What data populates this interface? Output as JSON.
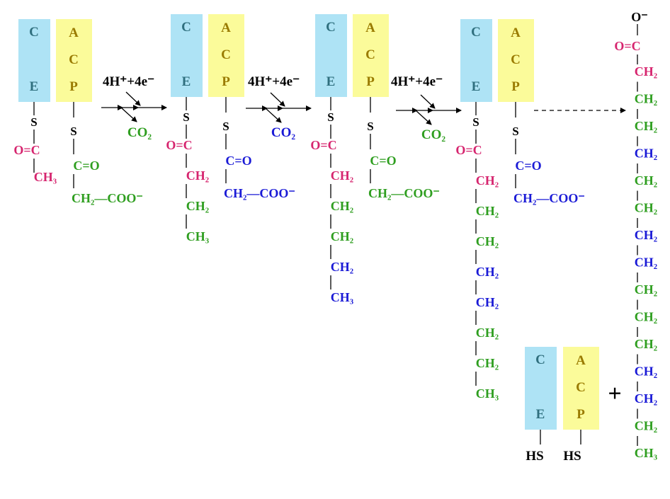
{
  "colors": {
    "ce_box": "#aee3f5",
    "acp_box": "#fbfb9a",
    "box_text": "#2f6f7e",
    "acp_text": "#9a7b00",
    "pink": "#d6246e",
    "green": "#2e9e1f",
    "blue": "#1a1ad6",
    "black": "#000000"
  },
  "labels": {
    "ce_letters": [
      "C",
      "E"
    ],
    "acp_letters": [
      "A",
      "C",
      "P"
    ],
    "sulfur": "S",
    "hs": "HS",
    "reduction": "4H⁺+4e⁻",
    "co2": "CO₂",
    "carbonyl_left": "O=C",
    "carbonyl_right": "C=O",
    "ch2": "CH₂",
    "ch3": "CH₃",
    "malonyl": "CH₂—COO⁻",
    "carboxylate_o": "O⁻",
    "plus": "+"
  },
  "chains": [
    {
      "step": 1,
      "ce_chain": [
        "O=C:pink",
        "CH₃:pink"
      ],
      "acp_color": "green"
    },
    {
      "step": 2,
      "ce_chain": [
        "O=C:pink",
        "CH₂:pink",
        "CH₂:green",
        "CH₃:green"
      ],
      "acp_color": "blue"
    },
    {
      "step": 3,
      "ce_chain": [
        "O=C:pink",
        "CH₂:pink",
        "CH₂:green",
        "CH₂:green",
        "CH₂:blue",
        "CH₃:blue"
      ],
      "acp_color": "green"
    },
    {
      "step": 4,
      "ce_chain": [
        "O=C:pink",
        "CH₂:pink",
        "CH₂:green",
        "CH₂:green",
        "CH₂:blue",
        "CH₂:blue",
        "CH₂:green",
        "CH₂:green",
        "CH₃:green"
      ],
      "acp_color": "blue"
    }
  ],
  "product_chain": [
    "O⁻",
    "O=C",
    "CH₂",
    "CH₂",
    "CH₂",
    "CH₂",
    "CH₂",
    "CH₂",
    "CH₂",
    "CH₂",
    "CH₂",
    "CH₂",
    "CH₂",
    "CH₂",
    "CH₂",
    "CH₂",
    "CH₃"
  ]
}
